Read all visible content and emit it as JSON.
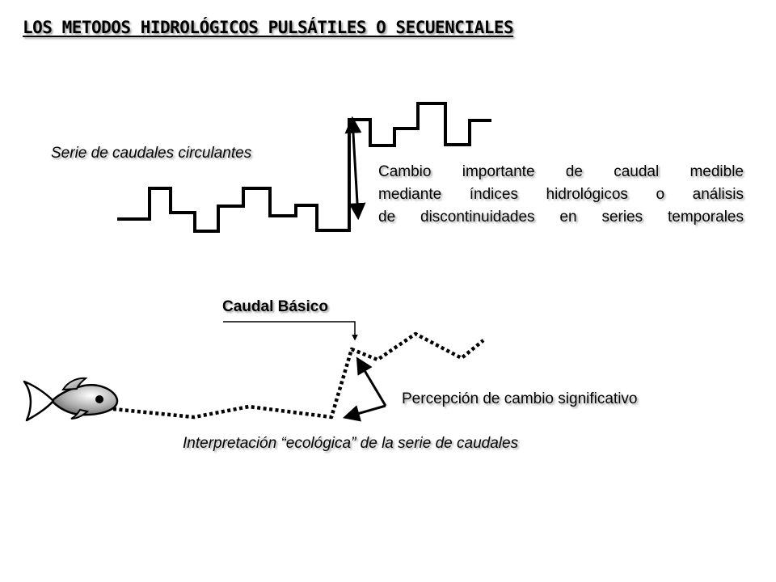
{
  "title": "LOS METODOS HIDROLÓGICOS PULSÁTILES O SECUENCIALES",
  "series_label": "Serie de caudales circulantes",
  "change_note": {
    "lines": [
      "Cambio importante de caudal medible",
      "mediante índices hidrológicos o análisis",
      "de discontinuidades en series temporales"
    ]
  },
  "basic_flow_label": "Caudal Básico",
  "perception_label": "Percepción de cambio significativo",
  "interpretation_label": "Interpretación “ecológica” de la serie de caudales",
  "icons": {
    "fish": "fish-icon"
  }
}
